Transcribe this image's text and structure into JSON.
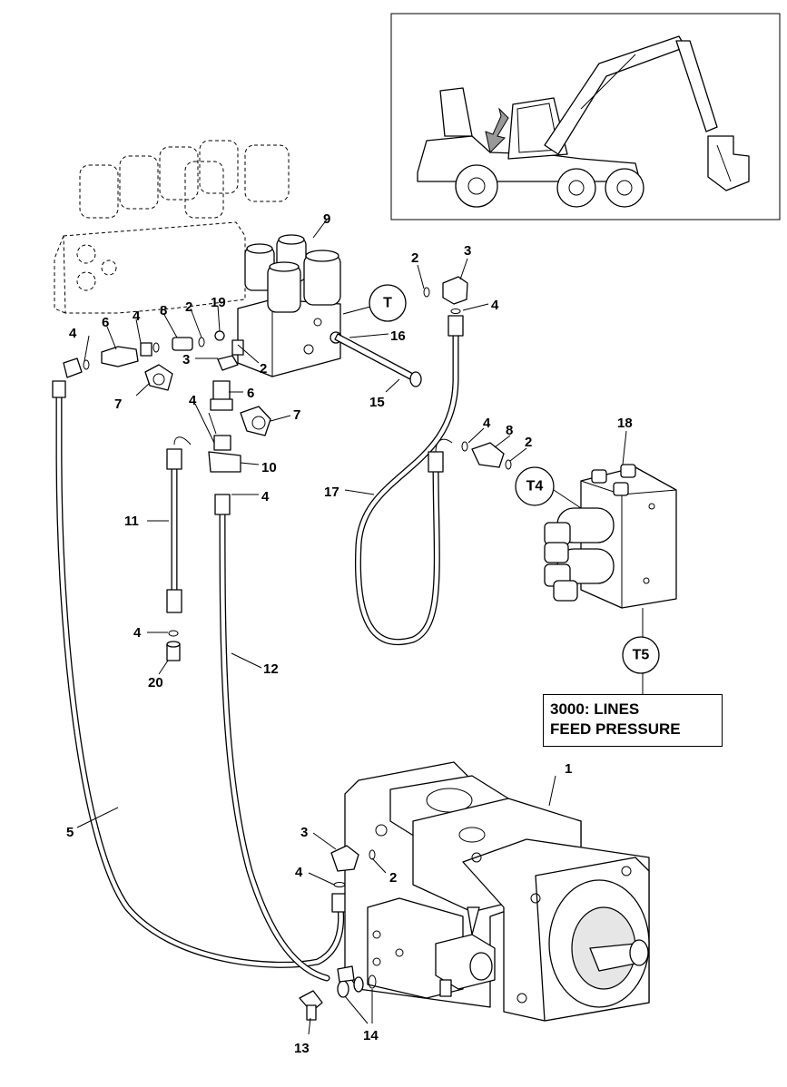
{
  "note": {
    "line1": "3000: LINES",
    "line2": "FEED PRESSURE"
  },
  "circled_refs": [
    "T",
    "T4",
    "T5"
  ],
  "callouts": [
    "1",
    "2",
    "3",
    "4",
    "5",
    "6",
    "7",
    "8",
    "9",
    "10",
    "11",
    "12",
    "13",
    "14",
    "15",
    "16",
    "17",
    "18",
    "19",
    "20"
  ]
}
